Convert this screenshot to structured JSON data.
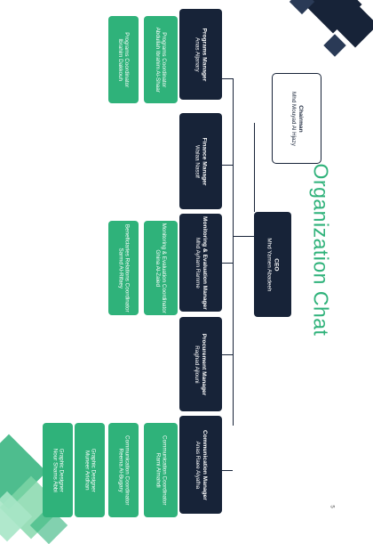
{
  "title": "Organization Chat",
  "page_number": "5",
  "colors": {
    "dark": "#172338",
    "accent": "#2fb27a",
    "light_accent": "#7fd6a8"
  },
  "chairman": {
    "role": "Chairman",
    "name": "Mhd Mouyad Al Hjazy"
  },
  "ceo": {
    "role": "CEO",
    "name": "Mhd Yamen Abadeeh"
  },
  "managers": [
    {
      "role": "Programs Manager",
      "name": "Anas Aljanary",
      "subs": [
        {
          "role": "Programs Coordinator",
          "name": "Abdullah Ibrahim Al-Shaar"
        },
        {
          "role": "Programs Coordinator",
          "name": "Ibrahim Dakkouh"
        }
      ]
    },
    {
      "role": "Finance Manager",
      "name": "Walaa Nassif",
      "subs": []
    },
    {
      "role": "Monitoring & Evaluation Manager",
      "name": "Mhd Ayham Ramme",
      "subs": [
        {
          "role": "Monitoring & Evaluation Coordinator",
          "name": "Ghina Al-Zaied"
        },
        {
          "role": "Beneficiaries Relations Coordinator",
          "name": "Sarmd Al-Rifaey"
        }
      ]
    },
    {
      "role": "Procurement Manager",
      "name": "Raghad Ajlouni",
      "subs": []
    },
    {
      "role": "Communication Manager",
      "name": "Anas Raee Alyafha",
      "subs": [
        {
          "role": "Communication Coordinator",
          "name": "Rami Almahdi"
        },
        {
          "role": "Communication Coordinator",
          "name": "Reema Al-Bugary"
        },
        {
          "role": "Graphic Designer",
          "name": "Muneer Aridhan"
        },
        {
          "role": "Graphic Designer",
          "name": "Nour Shams Abbi"
        }
      ]
    }
  ]
}
